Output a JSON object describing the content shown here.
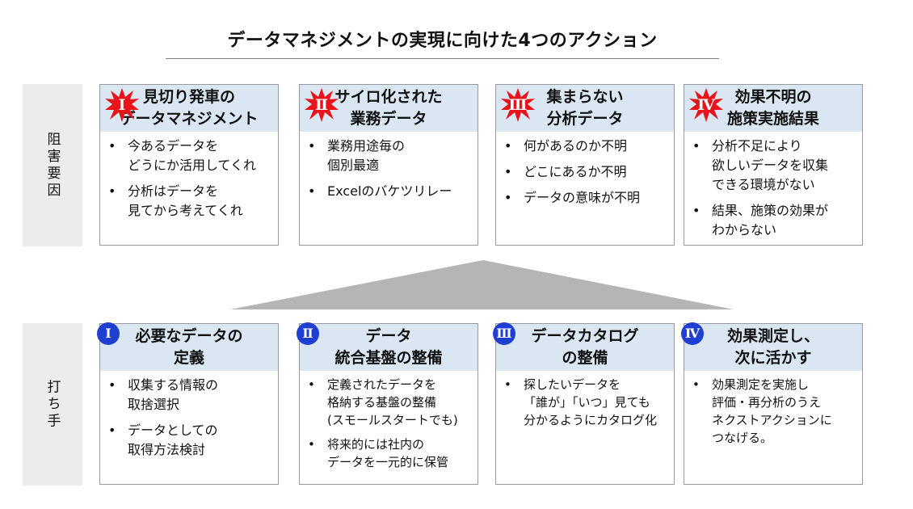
{
  "title": "データマネジメントの実現に向けた4つのアクション",
  "row_labels": {
    "obstacles": "阻害要因",
    "measures": "打ち手"
  },
  "colors": {
    "header_fill": "#dae6f2",
    "burst_red": "#e8141b",
    "circle_blue": "#1f3fd1",
    "label_gray": "#ececec",
    "triangle_gray": "#b5b5b5"
  },
  "obstacles": [
    {
      "numeral": "Ⅰ",
      "title_lines": [
        "見切り発車の",
        "データマネジメント"
      ],
      "bullets": [
        [
          "今あるデータを",
          "どうにか活用してくれ"
        ],
        [
          "分析はデータを",
          "見てから考えてくれ"
        ]
      ]
    },
    {
      "numeral": "Ⅱ",
      "title_lines": [
        "サイロ化された",
        "業務データ"
      ],
      "bullets": [
        [
          "業務用途毎の",
          "個別最適"
        ],
        [
          "Excelのバケツリレー"
        ]
      ]
    },
    {
      "numeral": "Ⅲ",
      "title_lines": [
        "集まらない",
        "分析データ"
      ],
      "bullets": [
        [
          "何があるのか不明"
        ],
        [
          "どこにあるか不明"
        ],
        [
          "データの意味が不明"
        ]
      ]
    },
    {
      "numeral": "Ⅳ",
      "title_lines": [
        "効果不明の",
        "施策実施結果"
      ],
      "bullets": [
        [
          "分析不足により",
          "欲しいデータを収集",
          "できる環境がない"
        ],
        [
          "結果、施策の効果が",
          "わからない"
        ]
      ]
    }
  ],
  "measures": [
    {
      "numeral": "Ⅰ",
      "title_lines": [
        "必要なデータの",
        "定義"
      ],
      "bullets": [
        [
          "収集する情報の",
          "取捨選択"
        ],
        [
          "データとしての",
          "取得方法検討"
        ]
      ]
    },
    {
      "numeral": "Ⅱ",
      "title_lines": [
        "データ",
        "統合基盤の整備"
      ],
      "bullets": [
        [
          "定義されたデータを",
          "格納する基盤の整備",
          "(スモールスタートでも)"
        ],
        [
          "将来的には社内の",
          "データを一元的に保管"
        ]
      ]
    },
    {
      "numeral": "Ⅲ",
      "title_lines": [
        "データカタログ",
        "の整備"
      ],
      "bullets": [
        [
          "探したいデータを",
          "「誰が」「いつ」見ても",
          "分かるようにカタログ化"
        ]
      ]
    },
    {
      "numeral": "Ⅳ",
      "title_lines": [
        "効果測定し、",
        "次に活かす"
      ],
      "bullets": [
        [
          "効果測定を実施し",
          "評価・再分析のうえ",
          "ネクストアクションに",
          "つなげる。"
        ]
      ]
    }
  ]
}
